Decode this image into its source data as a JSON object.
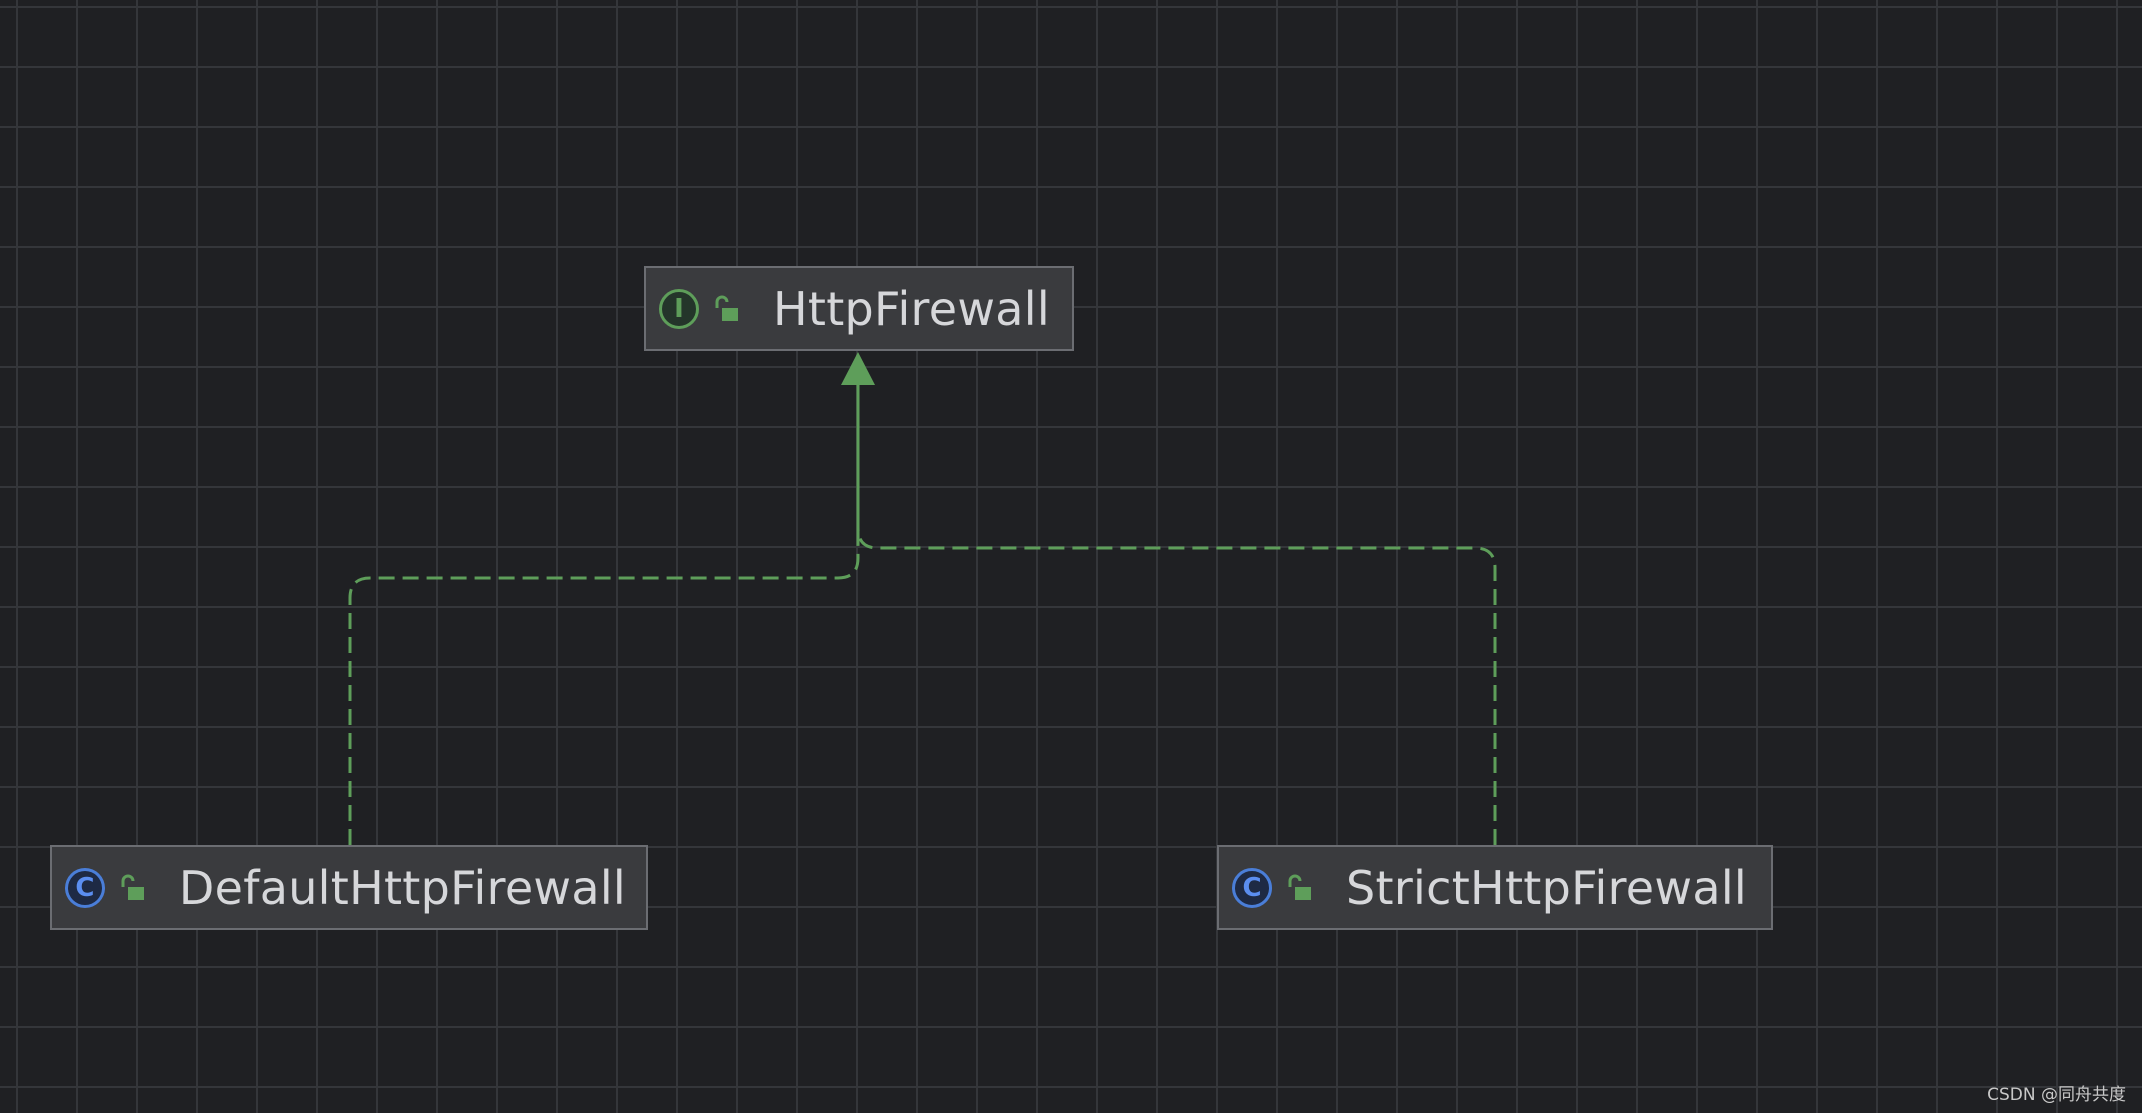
{
  "diagram": {
    "nodes": [
      {
        "id": "http-firewall",
        "label": "HttpFirewall",
        "kind": "interface",
        "kind_glyph": "I",
        "icon": "interface-icon",
        "visibility_icon": "public-lock-icon"
      },
      {
        "id": "default-firewall",
        "label": "DefaultHttpFirewall",
        "kind": "class",
        "kind_glyph": "C",
        "icon": "class-icon",
        "visibility_icon": "public-lock-icon"
      },
      {
        "id": "strict-firewall",
        "label": "StrictHttpFirewall",
        "kind": "class",
        "kind_glyph": "C",
        "icon": "class-icon",
        "visibility_icon": "public-lock-icon"
      }
    ],
    "edges": [
      {
        "from": "default-firewall",
        "to": "http-firewall",
        "relation": "implements",
        "style": "dashed"
      },
      {
        "from": "strict-firewall",
        "to": "http-firewall",
        "relation": "implements",
        "style": "dashed"
      }
    ]
  },
  "colors": {
    "background": "#1f2023",
    "grid": "#34363a",
    "edge": "#5e9e5a",
    "node_fill": "#3a3b3e",
    "node_border": "#6b6d72",
    "interface_icon": "#5e9e5a",
    "class_icon": "#4a7ed8"
  },
  "watermark": "CSDN @同舟共度"
}
